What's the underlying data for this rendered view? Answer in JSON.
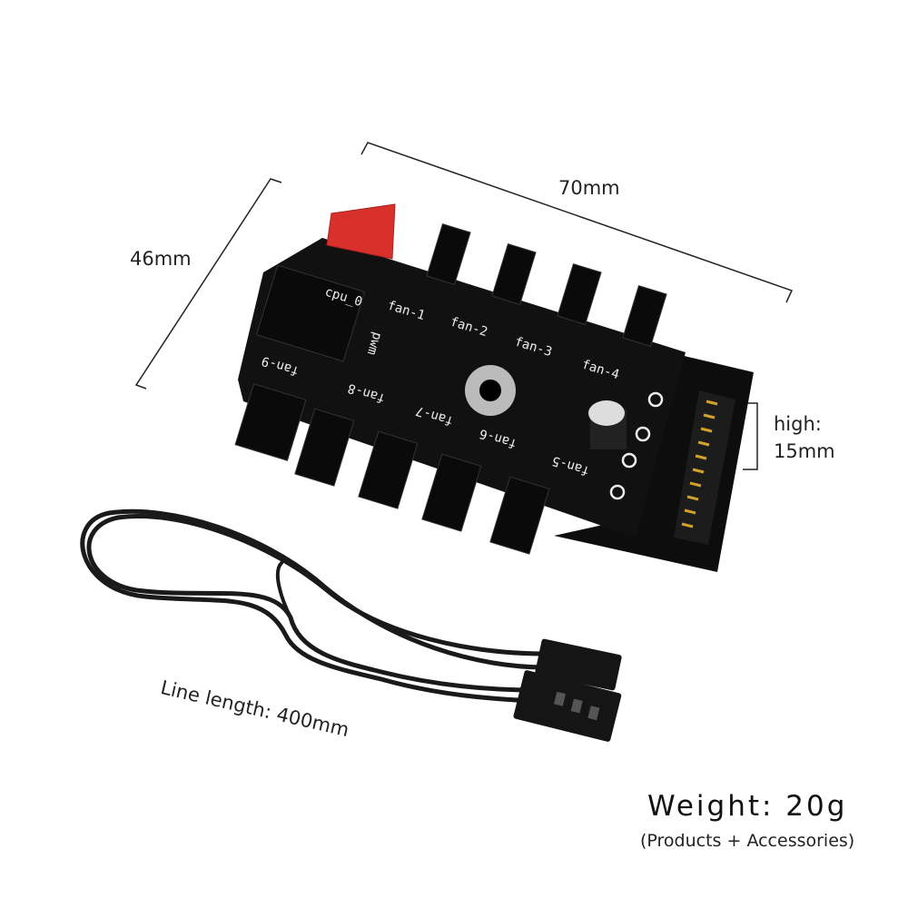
{
  "dimensions": {
    "width": "70mm",
    "depth": "46mm",
    "height_label": "high:",
    "height_value": "15mm",
    "line_length": "Line length: 400mm"
  },
  "weight": {
    "label": "Weight: 20g",
    "note": "(Products + Accessories)"
  },
  "board_labels": {
    "cpu": "cpu_0",
    "pwm": "pwm",
    "fans": [
      "fan-1",
      "fan-2",
      "fan-3",
      "fan-4",
      "fan-5",
      "fan-6",
      "fan-7",
      "fan-8",
      "fan-9"
    ]
  },
  "colors": {
    "pcb": "#111111",
    "cpu_header": "#d8302a",
    "sata_contacts": "#d4a22a",
    "background": "#ffffff"
  }
}
